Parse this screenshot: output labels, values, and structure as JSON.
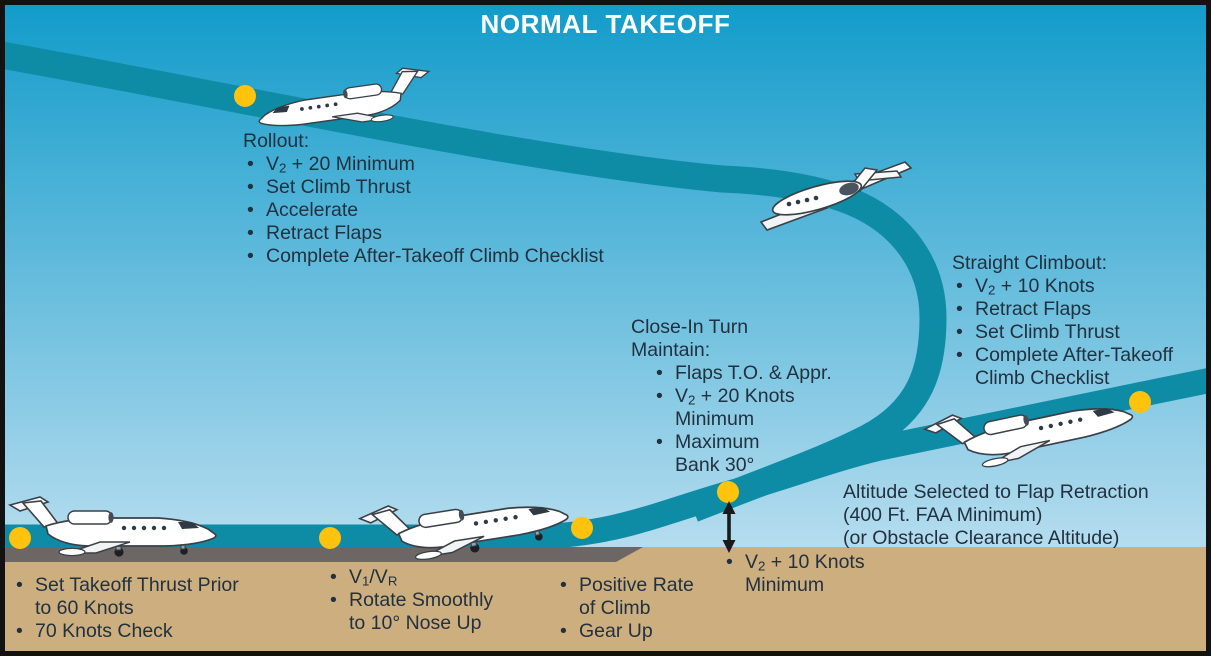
{
  "title": "NORMAL TAKEOFF",
  "colors": {
    "sky_top": "#119BCA",
    "sky_bottom": "#B7DDEF",
    "flight_path": "#0E8CA5",
    "ground": "#CCAE7F",
    "runway": "#6C6765",
    "waypoint": "#FFC20D",
    "text": "#22313F",
    "title_text": "#FFFFFF",
    "arrow": "#1A1A1A",
    "border": "#121212"
  },
  "callouts": {
    "rollout": {
      "heading": "Rollout:",
      "items": [
        [
          "V_2_ + 20 Minimum"
        ],
        [
          "Set Climb Thrust"
        ],
        [
          "Accelerate"
        ],
        [
          "Retract Flaps"
        ],
        [
          "Complete After-Takeoff Climb Checklist"
        ]
      ]
    },
    "straight_climbout": {
      "heading": "Straight Climbout:",
      "items": [
        [
          "V_2_ + 10 Knots"
        ],
        [
          "Retract Flaps"
        ],
        [
          "Set Climb Thrust"
        ],
        [
          "Complete After-Takeoff",
          "Climb Checklist"
        ]
      ]
    },
    "close_in_turn": {
      "heading": [
        "Close-In Turn",
        "Maintain:"
      ],
      "items": [
        [
          "Flaps T.O. & Appr."
        ],
        [
          "V_2_ + 20 Knots",
          "Minimum"
        ],
        [
          "Maximum",
          "Bank 30°"
        ]
      ]
    },
    "altitude_note": {
      "lines": [
        "Altitude Selected to Flap Retraction",
        "(400 Ft. FAA Minimum)",
        "(or Obstacle Clearance Altitude)"
      ]
    },
    "flap_retraction_speed": {
      "items": [
        [
          "V_2_ + 10 Knots",
          "Minimum"
        ]
      ]
    },
    "takeoff_roll": {
      "items": [
        [
          "Set Takeoff Thrust Prior",
          "to 60 Knots"
        ],
        [
          "70 Knots Check"
        ]
      ]
    },
    "rotation": {
      "items": [
        [
          "V_1_/V_R_"
        ],
        [
          "Rotate Smoothly",
          "to 10° Nose Up"
        ]
      ]
    },
    "after_liftoff": {
      "items": [
        [
          "Positive Rate",
          "of Climb"
        ],
        [
          "Gear Up"
        ]
      ]
    }
  },
  "waypoints": {
    "count": 6,
    "color": "#FFC20D"
  }
}
